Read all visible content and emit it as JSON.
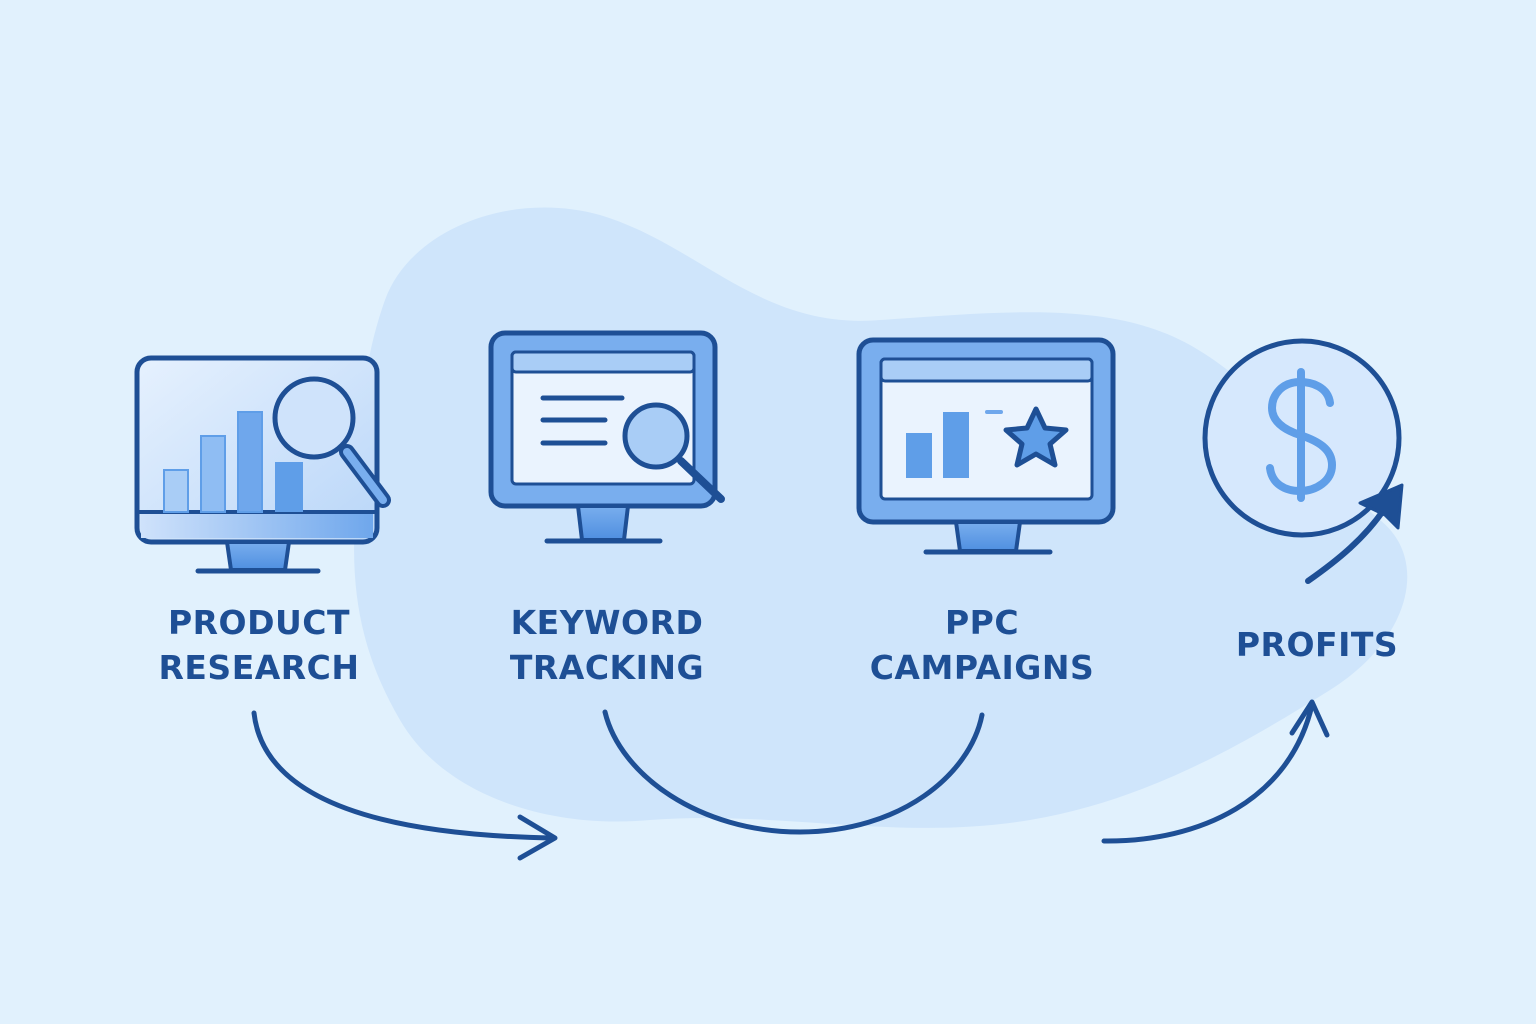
{
  "colors": {
    "background": "#e1f1fd",
    "blob": "#cfe5fb",
    "outline": "#1e4f95",
    "fill_light": "#d6e8fd",
    "fill_mid": "#a9cdf6",
    "fill_accent": "#5f9ee8",
    "text": "#1e4f95"
  },
  "steps": [
    {
      "icon": "monitor-bar-chart-magnifier-icon",
      "label_lines": [
        "PRODUCT",
        "RESEARCH"
      ]
    },
    {
      "icon": "monitor-text-magnifier-icon",
      "label_lines": [
        "KEYWORD",
        "TRACKING"
      ]
    },
    {
      "icon": "monitor-bar-chart-star-icon",
      "label_lines": [
        "PPC",
        "CAMPAIGNS"
      ]
    },
    {
      "icon": "dollar-coin-arrow-icon",
      "label_lines": [
        "PROFITS"
      ]
    }
  ],
  "connectors": [
    {
      "from": "product-research",
      "to": "keyword-tracking"
    },
    {
      "from": "keyword-tracking",
      "to": "ppc-campaigns"
    },
    {
      "from": "ppc-campaigns",
      "to": "profits"
    }
  ]
}
